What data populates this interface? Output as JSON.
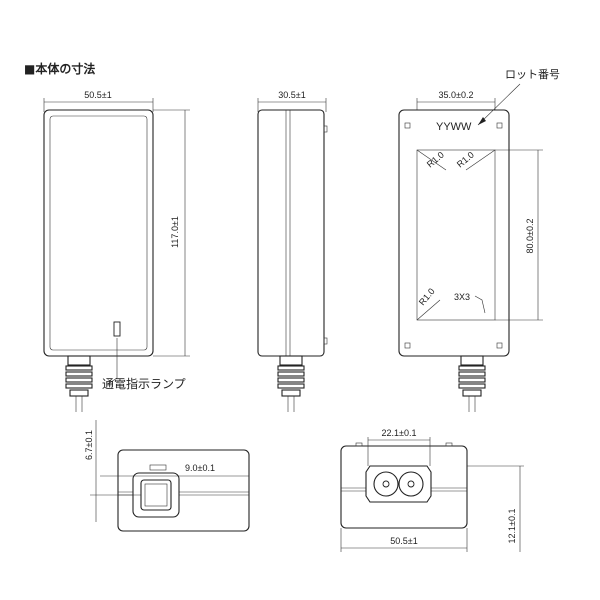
{
  "section_title": "■本体の寸法",
  "front_view": {
    "width_label": "50.5±1",
    "height_label": "117.0±1",
    "indicator_label": "通電指示ランプ"
  },
  "side_view": {
    "depth_label": "30.5±1"
  },
  "back_view": {
    "width_label": "35.0±0.2",
    "height_label": "80.0±0.2",
    "lot_text": "YYWW",
    "lot_label": "ロット番号",
    "radius_top_left": "R1.0",
    "radius_top_right": "R1.0",
    "radius_bottom_left": "R1.0",
    "corner_label": "3X3"
  },
  "bottom_left_view": {
    "height_label": "6.7±0.1",
    "width_label": "9.0±0.1"
  },
  "bottom_right_view": {
    "inlet_width_label": "22.1±0.1",
    "width_label": "50.5±1",
    "height_label": "12.1±0.1"
  }
}
